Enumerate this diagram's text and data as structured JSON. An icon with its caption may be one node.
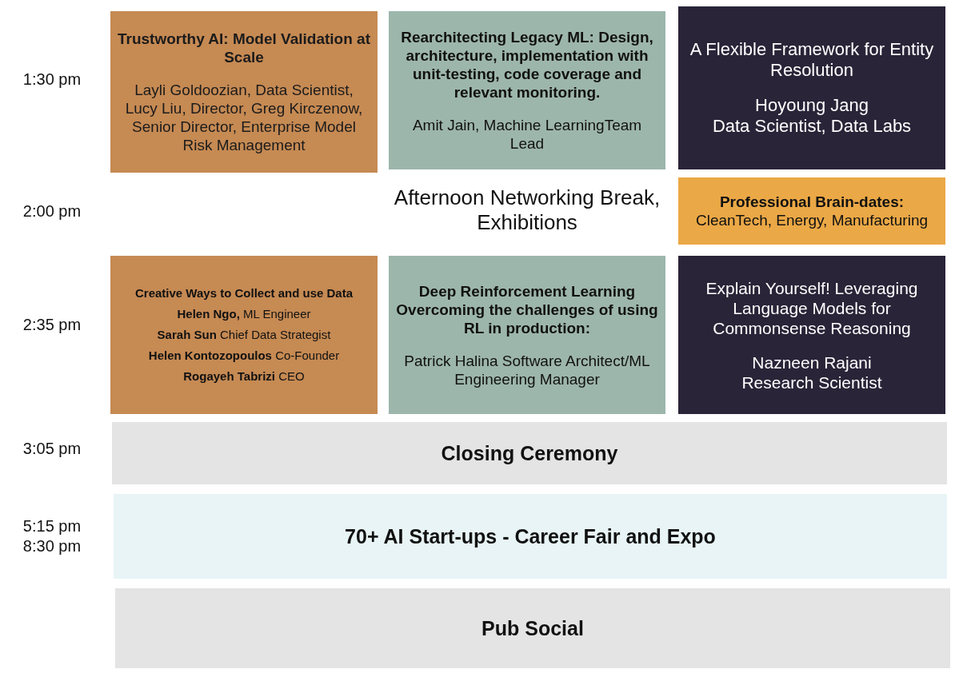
{
  "diagram": {
    "nodes": [
      {
        "text": [
          "Trustworthy AI: Model Validation at Scale",
          "Layli Goldoozian, Data Scientist, Lucy Liu, Director, Greg Kirczenow, Senior Director, Enterprise Model Risk Management"
        ]
      },
      {
        "text": [
          "Rearchitecting Legacy ML: Design, architecture, implementation with unit-testing, code coverage and relevant monitoring.",
          "Amit Jain, Machine LearningTeam Lead"
        ]
      },
      {
        "text": [
          "A Flexible Framework for Entity Resolution",
          "Hoyoung Jang",
          "Data Scientist, Data Labs"
        ]
      },
      {
        "text": [
          "Professional Brain-dates:",
          "CleanTech, Energy, Manufacturing"
        ]
      },
      {
        "text": [
          "Creative Ways  to Collect and use Data",
          "**Helen Ngo,** ML Engineer",
          "**Sarah Sun** Chief Data Strategist",
          "**Helen Kontozopoulos** Co-Founder",
          "**Rogayeh Tabrizi** CEO"
        ]
      },
      {
        "text": [
          "Deep Reinforcement Learning",
          "Overcoming the challenges of using RL in production:",
          "Patrick Halina Software Architect/ML Engineering Manager"
        ]
      },
      {
        "text": [
          "Explain Yourself! Leveraging Language Models for Commonsense Reasoning",
          "Nazneen Rajani",
          "Research Scientist"
        ]
      },
      {
        "text": [
          "Closing Ceremony"
        ]
      },
      {
        "text": [
          "70+ AI Start-ups  - Career Fair and Expo"
        ]
      },
      {
        "text": [
          "Pub Social"
        ]
      }
    ],
    "labels": [
      "1:30 pm",
      "2:00 pm",
      "Afternoon Networking Break, Exhibitions",
      "2:35 pm",
      "3:05 pm",
      "5:15 pm",
      "8:30 pm"
    ]
  }
}
